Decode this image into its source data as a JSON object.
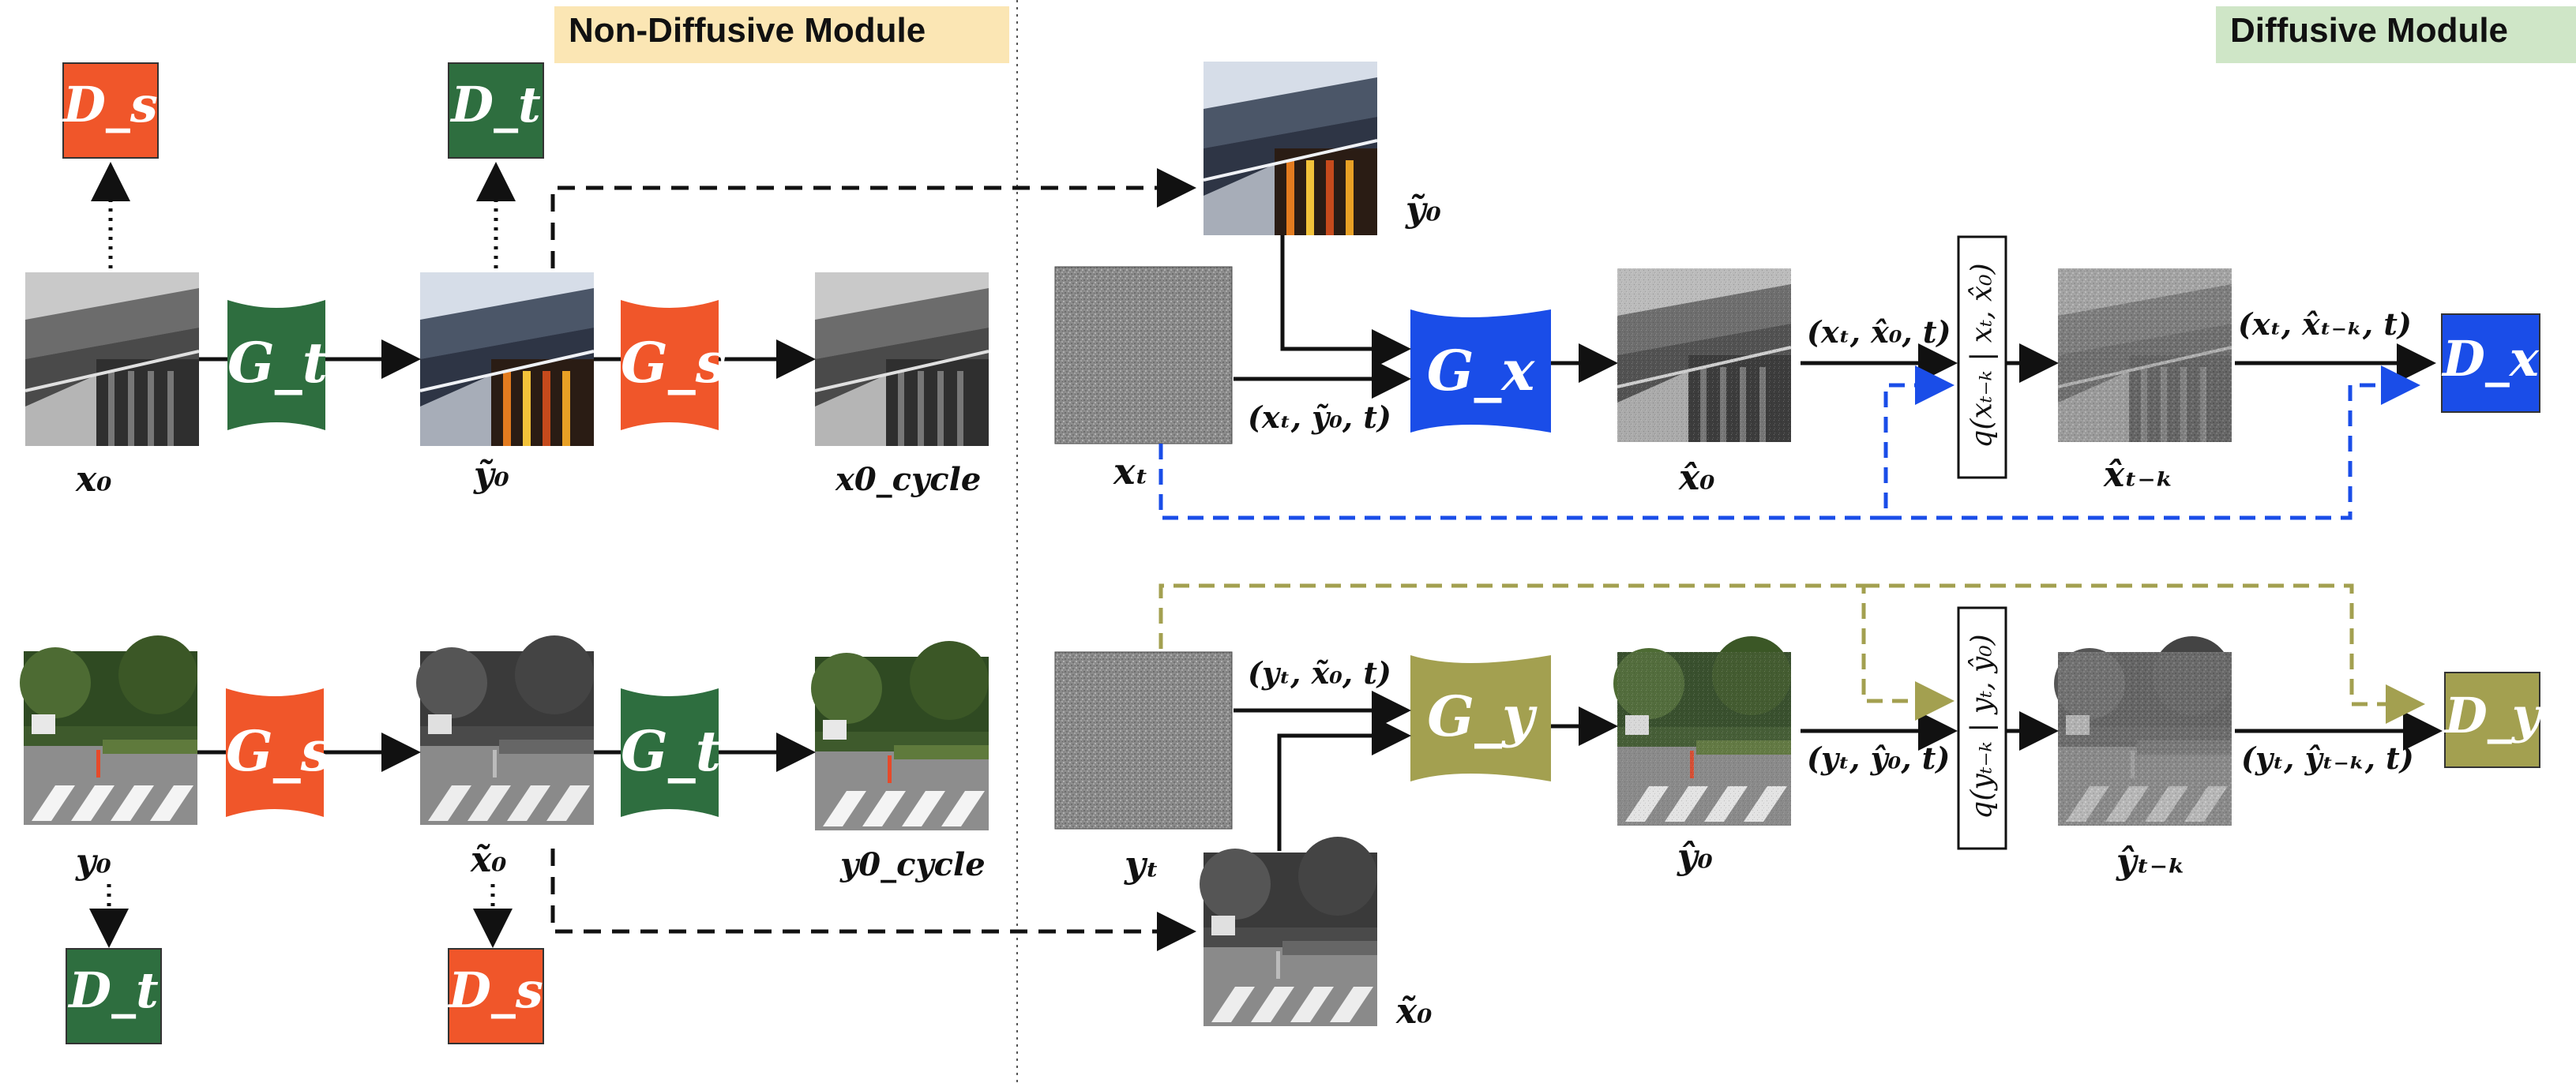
{
  "modules": {
    "non_diffusive": "Non-Diffusive Module",
    "diffusive": "Diffusive Module"
  },
  "colors": {
    "green": "#2e6e3f",
    "orange": "#f0562a",
    "blue": "#1a4de8",
    "olive": "#a3a050",
    "non_diffusive_bg": "#fbe6b4",
    "diffusive_bg": "#cfe6c7"
  },
  "discriminators": {
    "top_ds": "D_s",
    "top_dt": "D_t",
    "bottom_dt": "D_t",
    "bottom_ds": "D_s",
    "dx": "D_x",
    "dy": "D_y"
  },
  "generators": {
    "top_gt": "G_t",
    "top_gs": "G_s",
    "bottom_gs": "G_s",
    "bottom_gt": "G_t",
    "gx": "G_x",
    "gy": "G_y"
  },
  "labels": {
    "x0": "x₀",
    "y0_tilde_top": "ỹ₀",
    "x0_cycle": "x0_cycle",
    "y0": "y₀",
    "x0_tilde_bottom": "x̃₀",
    "y0_cycle": "y0_cycle",
    "y0_tilde_right": "ỹ₀",
    "xt": "xₜ",
    "x0_hat": "x̂₀",
    "xtk_hat": "x̂ₜ₋ₖ",
    "yt": "yₜ",
    "x0_tilde_right": "x̃₀",
    "y0_hat": "ŷ₀",
    "ytk_hat": "ŷₜ₋ₖ"
  },
  "edge_labels": {
    "gx_in": "(xₜ, ỹ₀, t)",
    "gx_out": "(xₜ, x̂₀, t)",
    "dx_in": "(xₜ, x̂ₜ₋ₖ, t)",
    "gy_in": "(yₜ, x̃₀, t)",
    "gy_out": "(yₜ, ŷ₀, t)",
    "dy_in": "(yₜ, ŷₜ₋ₖ, t)"
  },
  "posterior": {
    "qx": "q(xₜ₋ₖ | xₜ, x̂₀)",
    "qy": "q(yₜ₋ₖ | yₜ, ŷ₀)"
  }
}
